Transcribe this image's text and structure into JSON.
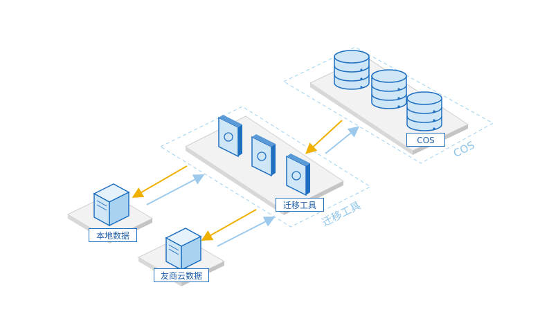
{
  "nodes": {
    "local_label": "本地数据",
    "partner_label": "友商云数据",
    "tool_label": "迁移工具",
    "cos_label": "COS"
  },
  "zones": {
    "tool_zone_label": "迁移工具",
    "cos_zone_label": "COS"
  },
  "colors": {
    "primary_blue": "#1f6fc1",
    "server_fill": "#cfe6f7",
    "migration_arrow": "#f0b000",
    "upload_arrow": "#9cc9ec",
    "dashed_outline": "#9fd0f0",
    "platform": "#f2f2f2"
  }
}
